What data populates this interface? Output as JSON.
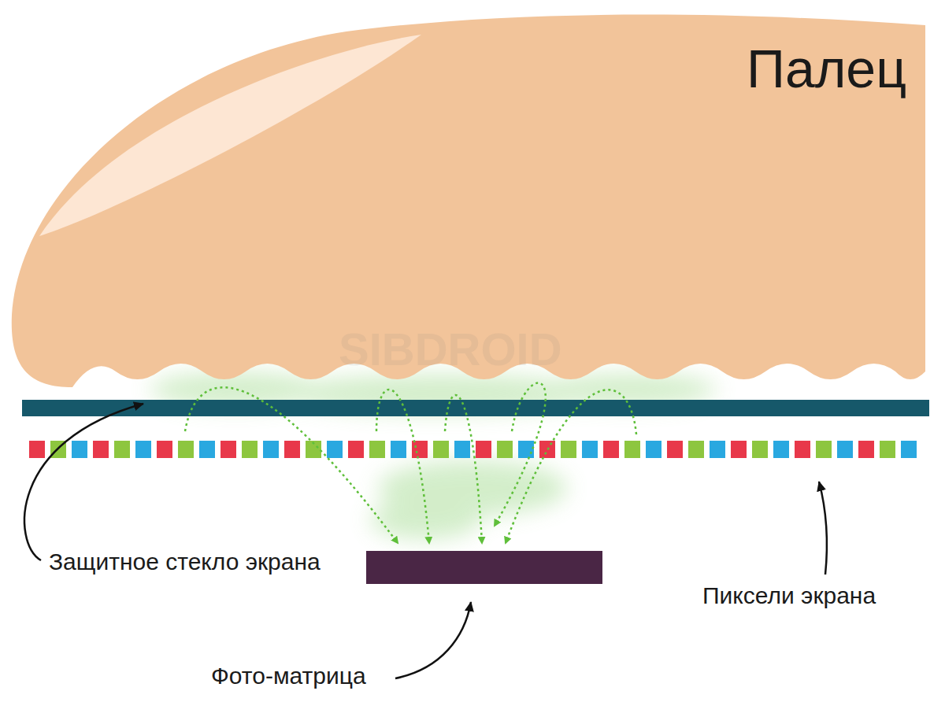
{
  "diagram": {
    "nodes": [
      {
        "text": [
          "Палец"
        ]
      }
    ],
    "labels": [
      "SIBDROID",
      "Защитное стекло экрана",
      "Пиксели экрана",
      "Фото-матрица"
    ]
  }
}
